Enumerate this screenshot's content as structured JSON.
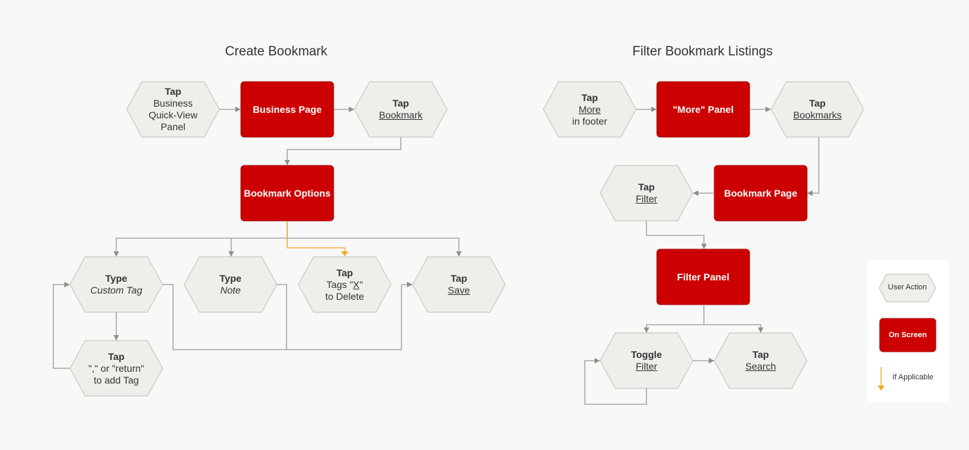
{
  "titles": {
    "left": "Create Bookmark",
    "right": "Filter Bookmark Listings"
  },
  "nodes": {
    "tap_business": {
      "line1": "Tap",
      "line2": "Business",
      "line3": "Quick-View",
      "line4": "Panel"
    },
    "business_page": "Business Page",
    "tap_bookmark": {
      "line1": "Tap",
      "line2": "Bookmark"
    },
    "bookmark_options": "Bookmark Options",
    "type_custom": {
      "line1": "Type",
      "line2": "Custom Tag"
    },
    "type_note": {
      "line1": "Type",
      "line2": "Note"
    },
    "tap_tags": {
      "line1": "Tap",
      "line2a": "Tags \"",
      "line2b": "X",
      "line2c": "\"",
      "line3": "to Delete"
    },
    "tap_save": {
      "line1": "Tap",
      "line2": "Save"
    },
    "tap_comma": {
      "line1": "Tap",
      "line2": "\",\" or \"return\"",
      "line3": "to add Tag"
    },
    "tap_more": {
      "line1": "Tap",
      "line2": "More",
      "line3": "in footer"
    },
    "more_panel": "\"More\" Panel",
    "tap_bookmarks": {
      "line1": "Tap",
      "line2": "Bookmarks"
    },
    "bookmark_page": "Bookmark Page",
    "tap_filter": {
      "line1": "Tap",
      "line2": "Filter"
    },
    "filter_panel": "Filter Panel",
    "toggle_filter": {
      "line1": "Toggle",
      "line2": "Filter"
    },
    "tap_search": {
      "line1": "Tap",
      "line2": "Search"
    }
  },
  "legend": {
    "user_action": "User Action",
    "on_screen": "On Screen",
    "if_applicable": "If Applicable"
  },
  "colors": {
    "screen_fill": "#cc0000",
    "action_fill": "#eeeeea",
    "connector": "#9a9a9a",
    "optional_connector": "#f5a31a"
  }
}
